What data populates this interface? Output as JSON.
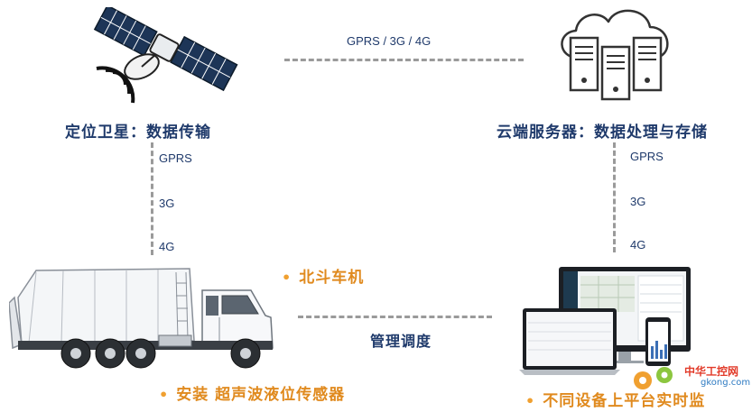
{
  "top_link": {
    "label": "GPRS / 3G / 4G"
  },
  "satellite": {
    "caption": "定位卫星：数据传输"
  },
  "cloud": {
    "caption": "云端服务器：数据处理与存储"
  },
  "left_link": {
    "items": [
      "GPRS",
      "3G",
      "4G"
    ]
  },
  "right_link": {
    "items": [
      "GPRS",
      "3G",
      "4G"
    ]
  },
  "truck": {
    "bullet_top": "北斗车机",
    "bullet_bottom": "安装 超声波液位传感器"
  },
  "middle_link": {
    "label": "管理调度"
  },
  "devices": {
    "bullet": "不同设备上平台实时监"
  },
  "watermark": {
    "title": "中华工控网",
    "url": "gkong.com"
  },
  "colors": {
    "navy": "#1f3a6b",
    "orange": "#e08a1e",
    "dash": "#9a9a9a",
    "logo_red": "#e23b2a"
  }
}
